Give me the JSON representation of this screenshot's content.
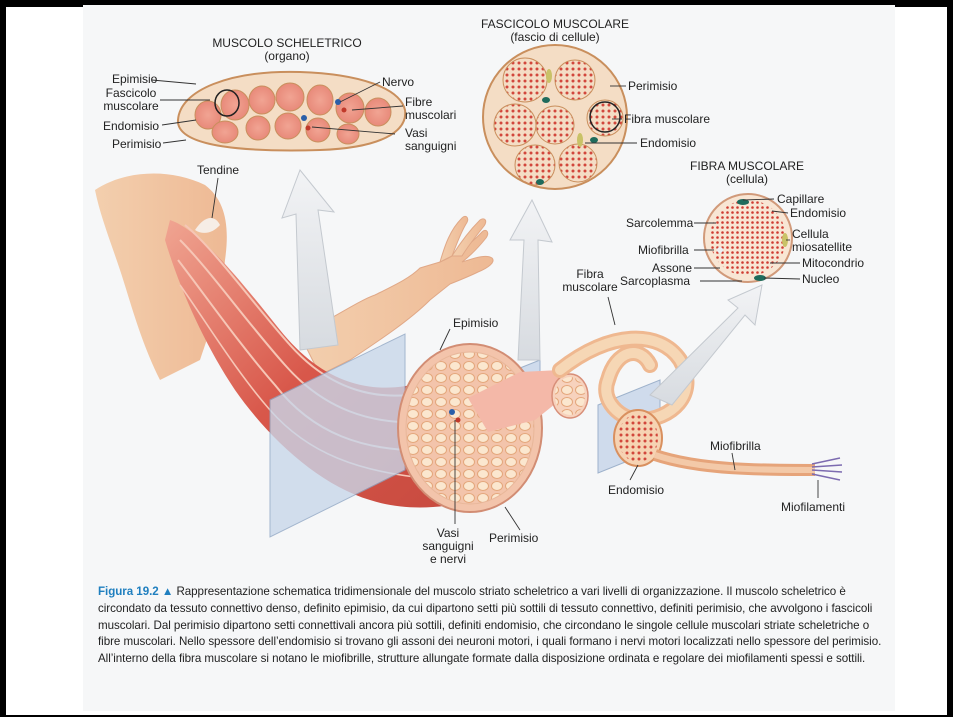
{
  "labels": {
    "muscolo_title": "MUSCOLO SCHELETRICO",
    "muscolo_sub": "(organo)",
    "fascicolo_title": "FASCICOLO MUSCOLARE",
    "fascicolo_sub": "(fascio di cellule)",
    "fibra_title": "FIBRA MUSCOLARE",
    "fibra_sub": "(cellula)",
    "epimisio_l": "Epimisio",
    "fascicolo_muscolare_l": "Fascicolo\nmuscolare",
    "endomisio_l": "Endomisio",
    "perimisio_l": "Perimisio",
    "nervo": "Nervo",
    "fibre_muscolari": "Fibre\nmuscolari",
    "vasi_sanguigni": "Vasi\nsanguigni",
    "fasc_perimisio": "Perimisio",
    "fasc_fibra_muscolare": "Fibra muscolare",
    "fasc_endomisio": "Endomisio",
    "fib_capillare": "Capillare",
    "fib_endomisio": "Endomisio",
    "fib_sarcolemma": "Sarcolemma",
    "fib_cellula": "Cellula\nmiosatellite",
    "fib_miofibrilla": "Miofibrilla",
    "fib_mitocondrio": "Mitocondrio",
    "fib_assone": "Assone",
    "fib_sarcoplasma": "Sarcoplasma",
    "fib_nucleo": "Nucleo",
    "tendine": "Tendine",
    "epimisio_main": "Epimisio",
    "fibra_muscolare_main": "Fibra\nmuscolare",
    "miofibrilla_main": "Miofibrilla",
    "endomisio_main": "Endomisio",
    "miofilamenti": "Miofilamenti",
    "vasi_nervi": "Vasi\nsanguigni\ne nervi",
    "perimisio_main": "Perimisio"
  },
  "caption": {
    "title": "Figura 19.2 ▲",
    "text": "Rappresentazione schematica tridimensionale del muscolo striato scheletrico a vari livelli di organizzazione. Il muscolo scheletrico è circondato da tessuto connettivo denso, definito epimisio, da cui dipartono setti più sottili di tessuto connettivo, definiti perimisio, che avvolgono i fascicoli muscolari. Dal perimisio dipartono setti connettivali ancora più sottili, definiti endomisio, che circondano le singole cellule muscolari striate scheletriche o fibre muscolari. Nello spessore dell’endomisio si trovano gli assoni dei neuroni motori, i quali formano i  nervi motori localizzati nello spessore del perimisio. All’interno della fibra muscolare si notano le miofibrille, strutture allungate formate dalla disposizione ordinata e regolare dei miofilamenti spessi e sottili."
  },
  "colors": {
    "caption_title": "#1f7fbf",
    "muscle": "#d9584a",
    "muscle_light": "#f2b7a3",
    "tissue": "#f5dcc4",
    "skin": "#f2c8a6",
    "plane": "#c9d7ea",
    "arrow": "#e3e6e9"
  }
}
